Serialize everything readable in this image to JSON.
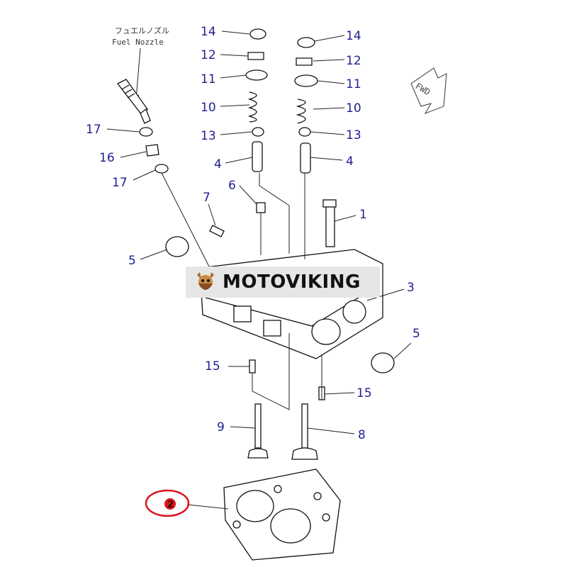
{
  "callouts": {
    "n14_left": "14",
    "n14_right": "14",
    "n12_left": "12",
    "n12_right": "12",
    "n11_left": "11",
    "n11_right": "11",
    "n10_left": "10",
    "n10_right": "10",
    "n13_left": "13",
    "n13_right": "13",
    "n4_left": "4",
    "n4_right": "4",
    "n17_top": "17",
    "n16": "16",
    "n17_bottom": "17",
    "n7": "7",
    "n6": "6",
    "n1": "1",
    "n5_left": "5",
    "n3": "3",
    "n5_right": "5",
    "n15_left": "15",
    "n15_right": "15",
    "n9": "9",
    "n8": "8",
    "n2": "2"
  },
  "fuel_nozzle": {
    "jp": "フュエルノズル",
    "en": "Fuel Nozzle"
  },
  "fwd_arrow": "FWD",
  "watermark": {
    "text": "MOTOVIKING",
    "logo": "viking-mascot-icon"
  },
  "colors": {
    "callout": "#1f1f8f",
    "highlight": "#d9141b",
    "line": "#111111"
  }
}
